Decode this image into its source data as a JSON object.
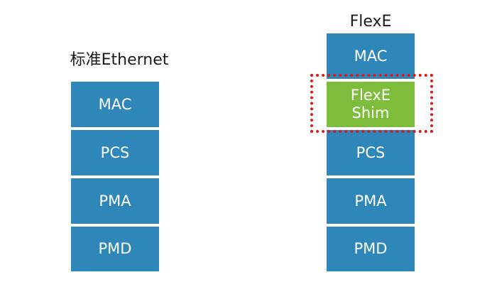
{
  "colors": {
    "layer_blue": "#2e86b9",
    "shim_green": "#7ebd3b",
    "highlight_red": "#e0191c"
  },
  "standard_stack": {
    "title": "标准Ethernet",
    "layers": [
      "MAC",
      "PCS",
      "PMA",
      "PMD"
    ]
  },
  "flexe_stack": {
    "title": "FlexE",
    "layers": [
      "MAC",
      "FlexE\nShim",
      "PCS",
      "PMA",
      "PMD"
    ]
  }
}
